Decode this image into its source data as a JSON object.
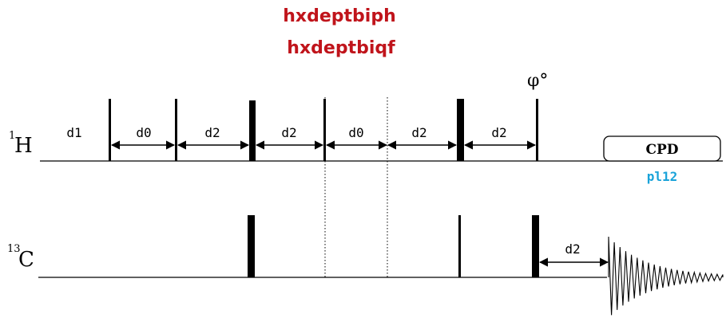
{
  "titles": {
    "line1": "hxdeptbiph",
    "line2": "hxdeptbiqf"
  },
  "channels": {
    "h": {
      "mass": "1",
      "element": "H"
    },
    "c13": {
      "mass": "13",
      "element": "C"
    }
  },
  "delays": {
    "d1": "d1",
    "seg1": "d0",
    "seg2": "d2",
    "seg3": "d2",
    "seg4": "d0",
    "seg5": "d2",
    "seg6": "d2",
    "seg7": "d2"
  },
  "phase_label": "φ°",
  "decoupling": {
    "label": "CPD",
    "power": "pl12"
  },
  "colors": {
    "title": "#c0141b",
    "power": "#1aa3d9",
    "ink": "#000000"
  }
}
